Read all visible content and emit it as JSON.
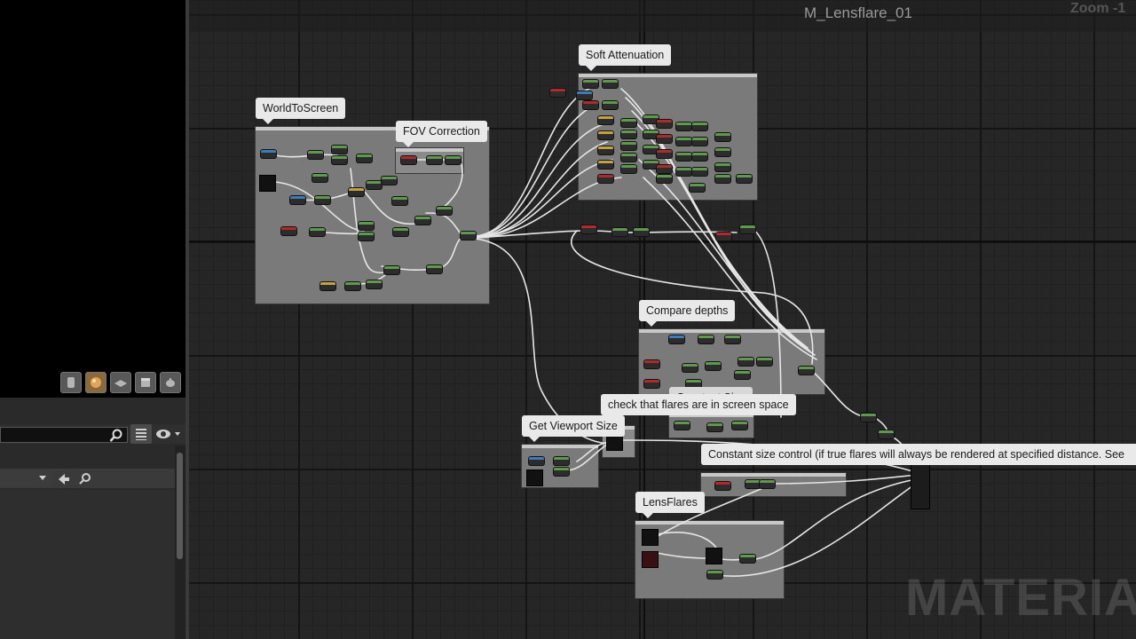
{
  "window": {
    "title": "M_Lensflare_01",
    "zoom_label": "Zoom -1"
  },
  "watermark": "MATERIAL",
  "comments": {
    "world_to_screen": "WorldToScreen",
    "fov_correction": "FOV Correction",
    "soft_attenuation": "Soft Attenuation",
    "compare_depths": "Compare depths",
    "constant_size": "Constant Size",
    "screen_space_check": "check that flares are in screen space",
    "get_viewport_size": "Get Viewport Size",
    "constant_size_control": "Constant size control (if true flares will always be rendered at specified distance. See",
    "lens_flares": "LensFlares"
  },
  "icons": {
    "viewport_shapes": [
      "cylinder-icon",
      "sphere-icon",
      "plane-icon",
      "cube-icon",
      "teapot-icon"
    ],
    "details": [
      "search-icon",
      "grid-view-icon",
      "eye-icon",
      "chevron-down-icon",
      "back-arrow-icon",
      "search-icon"
    ]
  },
  "colors": {
    "background": "#262626",
    "comment_box": "#7a7a7a",
    "wire": "#e6e6e6",
    "node_green": "#5e9a4c",
    "node_red": "#b02a2a",
    "node_blue": "#3a7dbb",
    "node_yellow": "#c4a23c"
  }
}
